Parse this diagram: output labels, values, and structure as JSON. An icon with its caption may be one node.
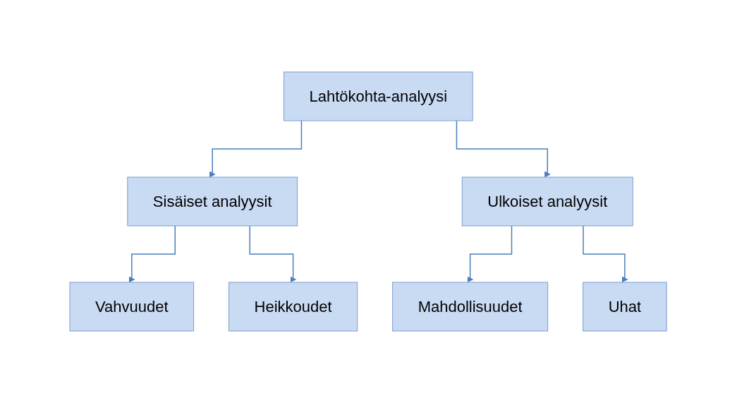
{
  "diagram": {
    "nodes": [
      {
        "text": [
          "Lahtökohta-analyysi"
        ]
      },
      {
        "text": [
          "Sisäiset analyysit"
        ]
      },
      {
        "text": [
          "Ulkoiset analyysit"
        ]
      },
      {
        "text": [
          "Vahvuudet"
        ]
      },
      {
        "text": [
          "Heikkoudet"
        ]
      },
      {
        "text": [
          "Mahdollisuudet"
        ]
      },
      {
        "text": [
          "Uhat"
        ]
      }
    ],
    "edges": [
      {
        "from": 0,
        "to": 1,
        "arrow": "to"
      },
      {
        "from": 0,
        "to": 2,
        "arrow": "to"
      },
      {
        "from": 1,
        "to": 3,
        "arrow": "to"
      },
      {
        "from": 1,
        "to": 4,
        "arrow": "to"
      },
      {
        "from": 2,
        "to": 5,
        "arrow": "to"
      },
      {
        "from": 2,
        "to": 6,
        "arrow": "to"
      }
    ]
  }
}
